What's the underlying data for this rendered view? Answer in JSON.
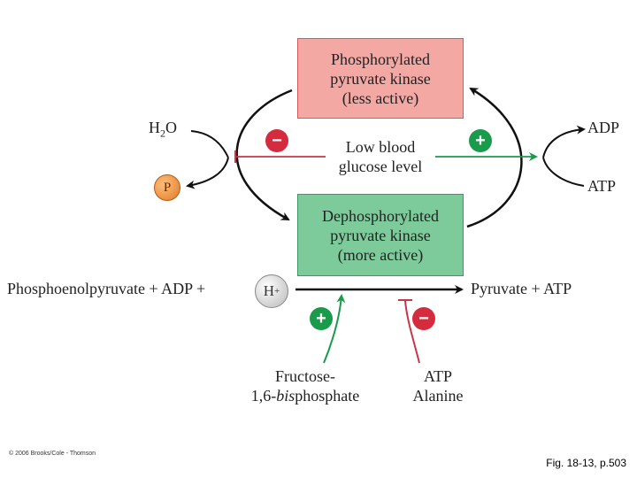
{
  "phosphorylated_box": {
    "line1": "Phosphorylated",
    "line2": "pyruvate kinase",
    "line3": "(less active)"
  },
  "dephosphorylated_box": {
    "line1": "Dephosphorylated",
    "line2": "pyruvate kinase",
    "line3": "(more active)"
  },
  "left_cycle": {
    "water": "H",
    "water_sub": "2",
    "water_end": "O",
    "phosphate": "P"
  },
  "right_cycle": {
    "adp": "ADP",
    "atp": "ATP"
  },
  "signal": {
    "line1": "Low blood",
    "line2": "glucose level",
    "inhibit_sign": "−",
    "activate_sign": "+"
  },
  "reaction": {
    "substrates": "Phosphoenolpyruvate + ADP +",
    "proton": "H",
    "proton_sup": "+",
    "products": "Pyruvate + ATP"
  },
  "activator": {
    "sign": "+",
    "line1": "Fructose-",
    "line2_pre": "1,6-",
    "line2_italic": "bis",
    "line2_post": "phosphate"
  },
  "inhibitor": {
    "sign": "−",
    "line1": "ATP",
    "line2": "Alanine"
  },
  "footer": {
    "copyright": "© 2006 Brooks/Cole - Thomson",
    "figure_ref": "Fig. 18-13, p.503"
  },
  "colors": {
    "inhibit": "#c8364a",
    "activate": "#1a9a4b",
    "arrow": "#111111"
  }
}
